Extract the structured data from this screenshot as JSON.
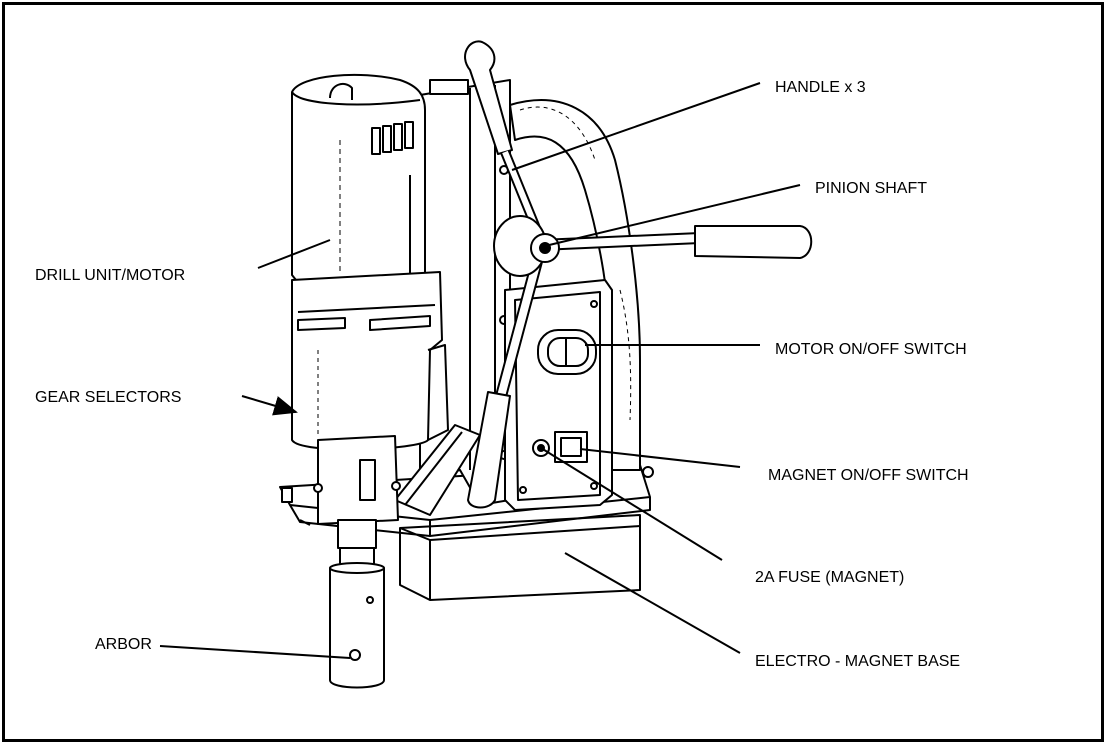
{
  "figure": {
    "labels": {
      "handle": "HANDLE x 3",
      "pinion_shaft": "PINION SHAFT",
      "drill_unit": "DRILL UNIT/MOTOR",
      "motor_switch": "MOTOR ON/OFF SWITCH",
      "gear_selectors": "GEAR SELECTORS",
      "magnet_switch": "MAGNET ON/OFF SWITCH",
      "fuse": "2A FUSE (MAGNET)",
      "arbor": "ARBOR",
      "magnet_base": "ELECTRO - MAGNET BASE"
    }
  }
}
